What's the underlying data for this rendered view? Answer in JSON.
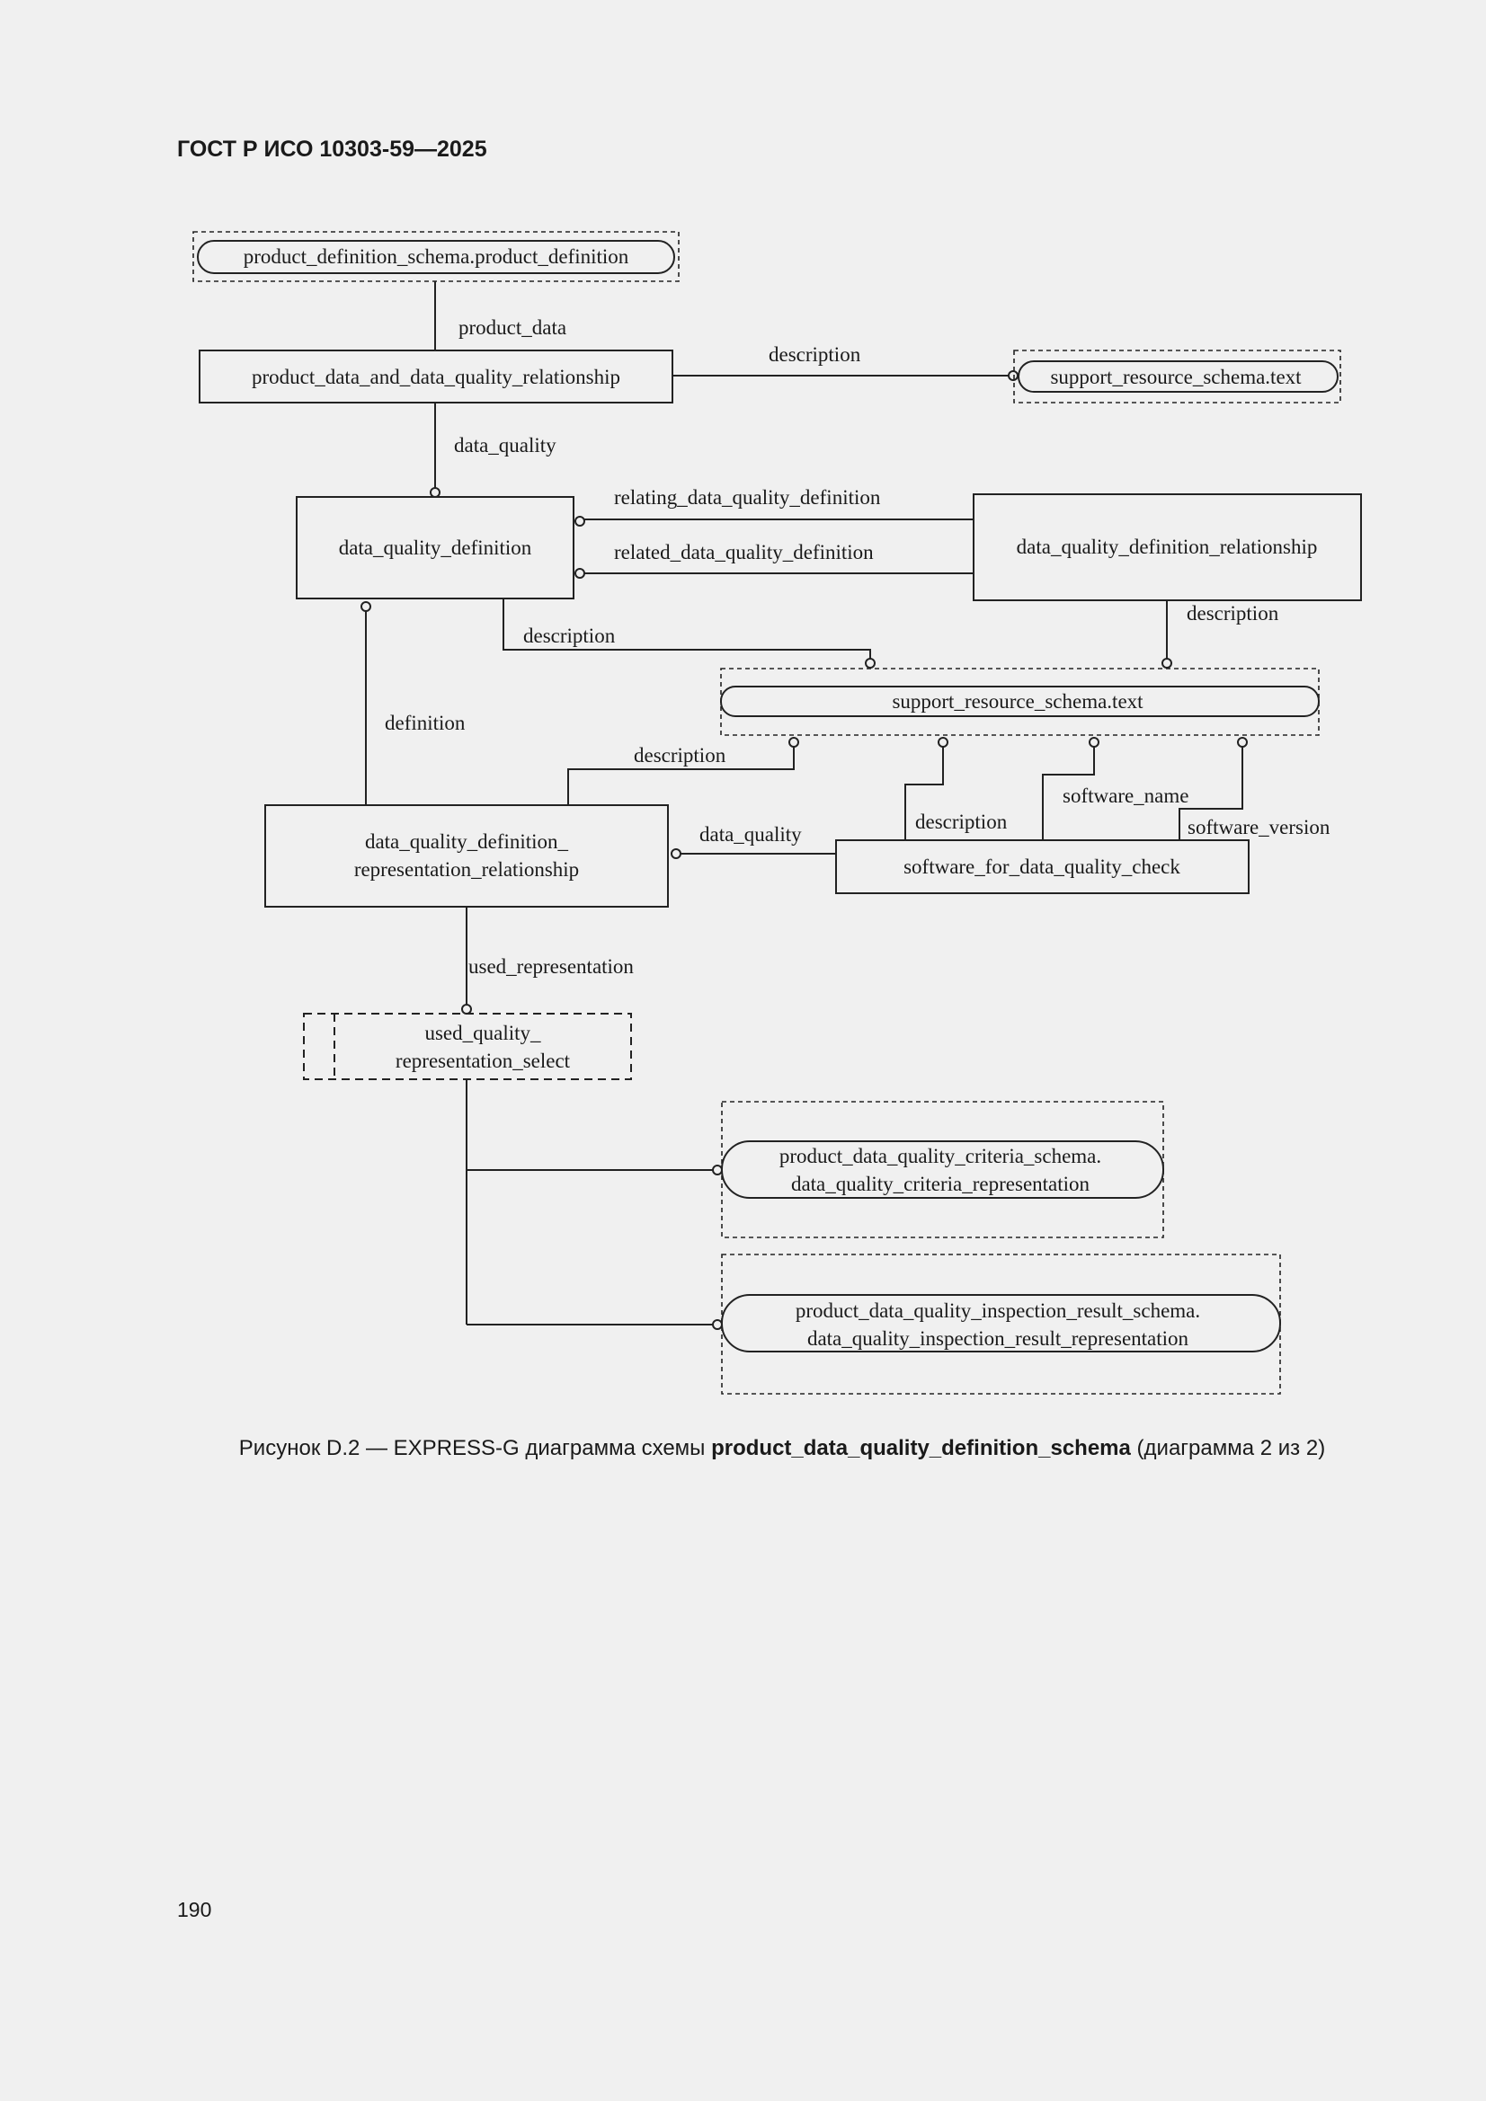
{
  "header": {
    "title": "ГОСТ Р ИСО 10303-59—2025"
  },
  "diagram": {
    "entities": {
      "product_definition": "product_definition_schema.product_definition",
      "pd_dq_relationship": "product_data_and_data_quality_relationship",
      "text_top": "support_resource_schema.text",
      "dq_definition": "data_quality_definition",
      "dq_definition_relationship": "data_quality_definition_relationship",
      "text_mid": "support_resource_schema.text",
      "dq_repr_rel_line1": "data_quality_definition_",
      "dq_repr_rel_line2": "representation_relationship",
      "software_check": "software_for_data_quality_check",
      "used_select_line1": "used_quality_",
      "used_select_line2": "representation_select",
      "criteria_line1": "product_data_quality_criteria_schema.",
      "criteria_line2": "data_quality_criteria_representation",
      "inspection_line1": "product_data_quality_inspection_result_schema.",
      "inspection_line2": "data_quality_inspection_result_representation"
    },
    "labels": {
      "product_data": "product_data",
      "description_top": "description",
      "data_quality_top": "data_quality",
      "relating": "relating_data_quality_definition",
      "related": "related_data_quality_definition",
      "description_rel": "description",
      "description_def": "description",
      "definition": "definition",
      "description_repr": "description",
      "data_quality_repr": "data_quality",
      "description_sw": "description",
      "software_name": "software_name",
      "software_version": "software_version",
      "used_representation": "used_representation"
    }
  },
  "caption": {
    "prefix": "Рисунок D.2 — EXPRESS-G диаграмма схемы ",
    "schema": "product_data_quality_definition_schema",
    "suffix": " (диаграмма 2 из 2)"
  },
  "page": {
    "number": "190"
  }
}
